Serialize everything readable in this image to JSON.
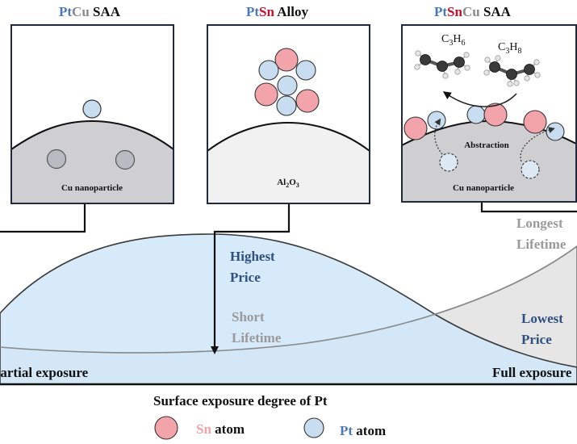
{
  "colors": {
    "pt_blue": "#4a78b8",
    "cu_gray": "#8a8a8a",
    "sn_red": "#c8102e",
    "sn_pink": "#f2a1a6",
    "pt_fill": "#c9ddf0",
    "sn_fill": "#f3a4aa",
    "cu_fill": "#cfcfd1",
    "al_fill": "#f2f1f1",
    "blue_curve": "#cfe6f8",
    "gray_curve": "#e6e6e7",
    "blue_text": "#2f4f7f",
    "gray_text": "#9a9a9a",
    "frame": "#1f2a3f"
  },
  "panels": {
    "left": {
      "title_pt": "Pt",
      "title_cu": "Cu",
      "title_rest": " SAA",
      "support_label": "Cu nanoparticle"
    },
    "middle": {
      "title_pt": "Pt",
      "title_sn": "Sn",
      "title_rest": " Alloy",
      "support_al": "Al",
      "support_sub2": "2",
      "support_o": "O",
      "support_sub3": "3"
    },
    "right": {
      "title_pt": "Pt",
      "title_sn": "Sn",
      "title_cu": "Cu",
      "title_rest": " SAA",
      "molecule_left": {
        "c": "C",
        "sub3": "3",
        "h": "H",
        "sub6": "6"
      },
      "molecule_right": {
        "c": "C",
        "sub3": "3",
        "h": "H",
        "sub8": "8"
      },
      "process_label": "Abstraction",
      "support_label": "Cu nanoparticle"
    }
  },
  "plot": {
    "highest_price_1": "Highest",
    "highest_price_2": "Price",
    "short_lifetime_1": "Short",
    "short_lifetime_2": "Lifetime",
    "lowest_price_1": "Lowest",
    "lowest_price_2": "Price",
    "longest_lifetime_1": "Longest",
    "longest_lifetime_2": "Lifetime",
    "left_axis_label": "Partial exposure",
    "right_axis_label": "Full exposure",
    "x_title": "Surface exposure degree of Pt"
  },
  "legend": {
    "sn_symbol": "Sn",
    "sn_text": " atom",
    "pt_symbol": "Pt",
    "pt_text": " atom"
  }
}
